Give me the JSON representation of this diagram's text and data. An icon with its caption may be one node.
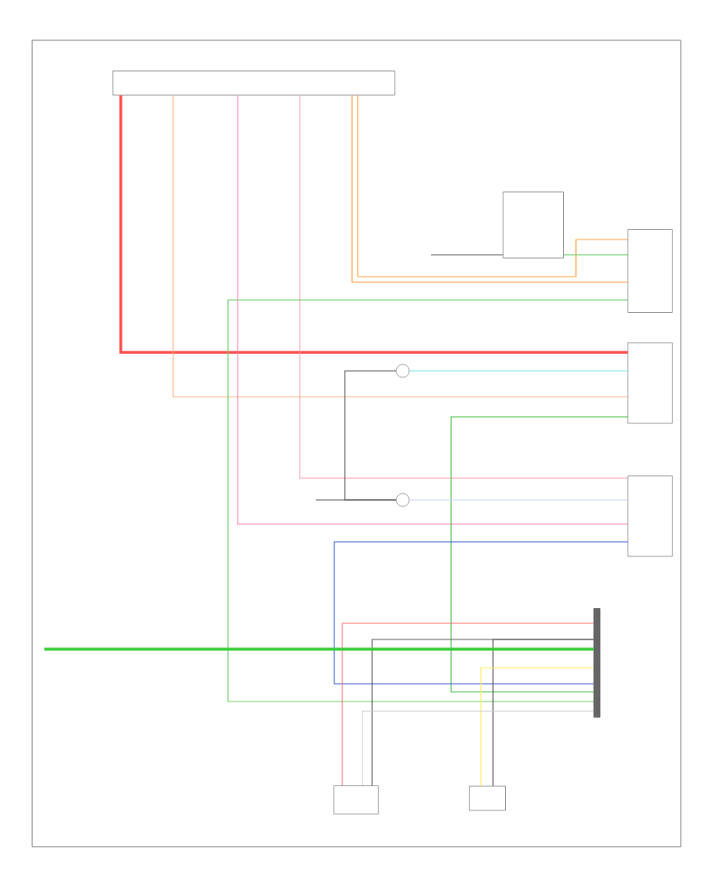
{
  "diagram": {
    "nodes": [
      {
        "text": [],
        "shape": "box"
      },
      {
        "text": [],
        "shape": "box"
      },
      {
        "text": [],
        "shape": "box"
      },
      {
        "text": [],
        "shape": "box"
      },
      {
        "text": [],
        "shape": "box"
      },
      {
        "text": [],
        "shape": "bar"
      },
      {
        "text": [],
        "shape": "box"
      },
      {
        "text": [],
        "shape": "box"
      },
      {
        "text": [],
        "shape": "circle"
      },
      {
        "text": [],
        "shape": "circle"
      }
    ],
    "edges": [
      {
        "from": 0,
        "to": 3,
        "arrow": "none",
        "style": "thick",
        "color": "#ff4d4d"
      },
      {
        "from": 0,
        "to": 3,
        "arrow": "none",
        "color": "#ffb27f"
      },
      {
        "from": 0,
        "to": 4,
        "arrow": "none",
        "color": "#ff7fa8"
      },
      {
        "from": 0,
        "to": 4,
        "arrow": "none",
        "color": "#ff9aa6"
      },
      {
        "from": 0,
        "to": 2,
        "arrow": "none",
        "color": "#ff9933"
      },
      {
        "from": 0,
        "to": 2,
        "arrow": "none",
        "color": "#ff9933"
      },
      {
        "from": 1,
        "to": 2,
        "arrow": "none",
        "color": "#55cc55"
      },
      {
        "from": 2,
        "to": 5,
        "arrow": "none",
        "color": "#66cc66"
      },
      {
        "from": 8,
        "to": 3,
        "arrow": "none",
        "color": "#80e6e6"
      },
      {
        "from": 3,
        "to": 5,
        "arrow": "none",
        "color": "#44bb44"
      },
      {
        "from": 9,
        "to": 4,
        "arrow": "none",
        "color": "#c8d4ff"
      },
      {
        "from": 4,
        "to": 5,
        "arrow": "none",
        "color": "#3355dd"
      },
      {
        "from": 5,
        "to": 6,
        "arrow": "none",
        "color": "#ff6666"
      },
      {
        "from": 5,
        "to": 6,
        "arrow": "none",
        "color": "#555555"
      },
      {
        "from": 5,
        "to": 7,
        "arrow": "none",
        "color": "#555555"
      },
      {
        "from": null,
        "to": 5,
        "arrow": "none",
        "style": "thick",
        "color": "#33cc33"
      },
      {
        "from": 5,
        "to": 7,
        "arrow": "none",
        "color": "#ffee55"
      },
      {
        "from": 5,
        "to": 6,
        "arrow": "none",
        "color": "#cccccc"
      },
      {
        "from": 8,
        "to": 9,
        "arrow": "none",
        "color": "#555555"
      },
      {
        "from": null,
        "to": 1,
        "arrow": "none",
        "color": "#555555"
      },
      {
        "from": null,
        "to": 9,
        "arrow": "none",
        "color": "#555555"
      }
    ]
  }
}
